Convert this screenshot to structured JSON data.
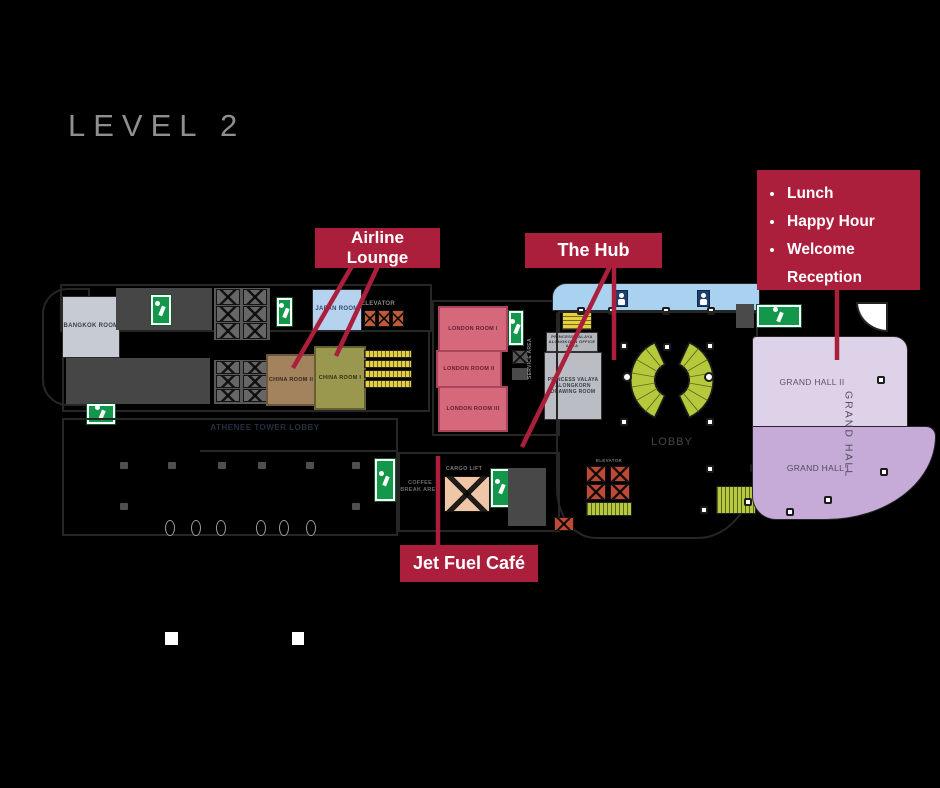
{
  "title": "LEVEL 2",
  "callouts": {
    "airline_lounge": "Airline Lounge",
    "the_hub": "The Hub",
    "jet_fuel_cafe": "Jet Fuel Café",
    "events": [
      "Lunch",
      "Happy Hour",
      "Welcome Reception"
    ]
  },
  "rooms": {
    "bangkok": "BANGKOK ROOM",
    "japan": "JAPAN ROOM",
    "china_1": "CHINA ROOM I",
    "china_2": "CHINA ROOM II",
    "london_1": "LONDON ROOM I",
    "london_2": "LONDON ROOM II",
    "london_3": "LONDON ROOM III",
    "grand_hall_2": "GRAND HALL II",
    "grand_hall_1": "GRAND HALL I",
    "grand_hall": "GRAND HALL",
    "lobby": "LOBBY",
    "athenee_tower_lobby": "ATHENEE TOWER LOBBY",
    "coffee_break_area": "COFFEE BREAK AREA",
    "cargo_lift": "CARGO LIFT",
    "elevator": "ELEVATOR",
    "service_area": "SERVICE AREA",
    "pv_office": "PRINCESS VALAYA ALONGKORN OFFICE AREA",
    "pv_drawing": "PRINCESS VALAYA ALONGKORN DRAWING ROOM"
  },
  "colors": {
    "background": "#000000",
    "callout_red": "#AC1F3C",
    "title_gray": "#8F8F8F",
    "exit_green": "#13984B",
    "restroom_navy": "#1D3F6D",
    "bangkok_room": "#C6CBD4",
    "japan_room": "#B5D2EE",
    "china_room_1": "#9A984F",
    "china_room_2": "#A3835E",
    "london_rooms": "#D5697B",
    "grand_hall_2": "#DDD2E8",
    "grand_hall_1": "#C6ABD8",
    "corridor_blue": "#A9D2F0",
    "staircase_green": "#B6C93C",
    "elevator_orange": "#C05A38",
    "escalator_yellow": "#E5D13F",
    "cargo_lift_peach": "#EFC6A8"
  }
}
